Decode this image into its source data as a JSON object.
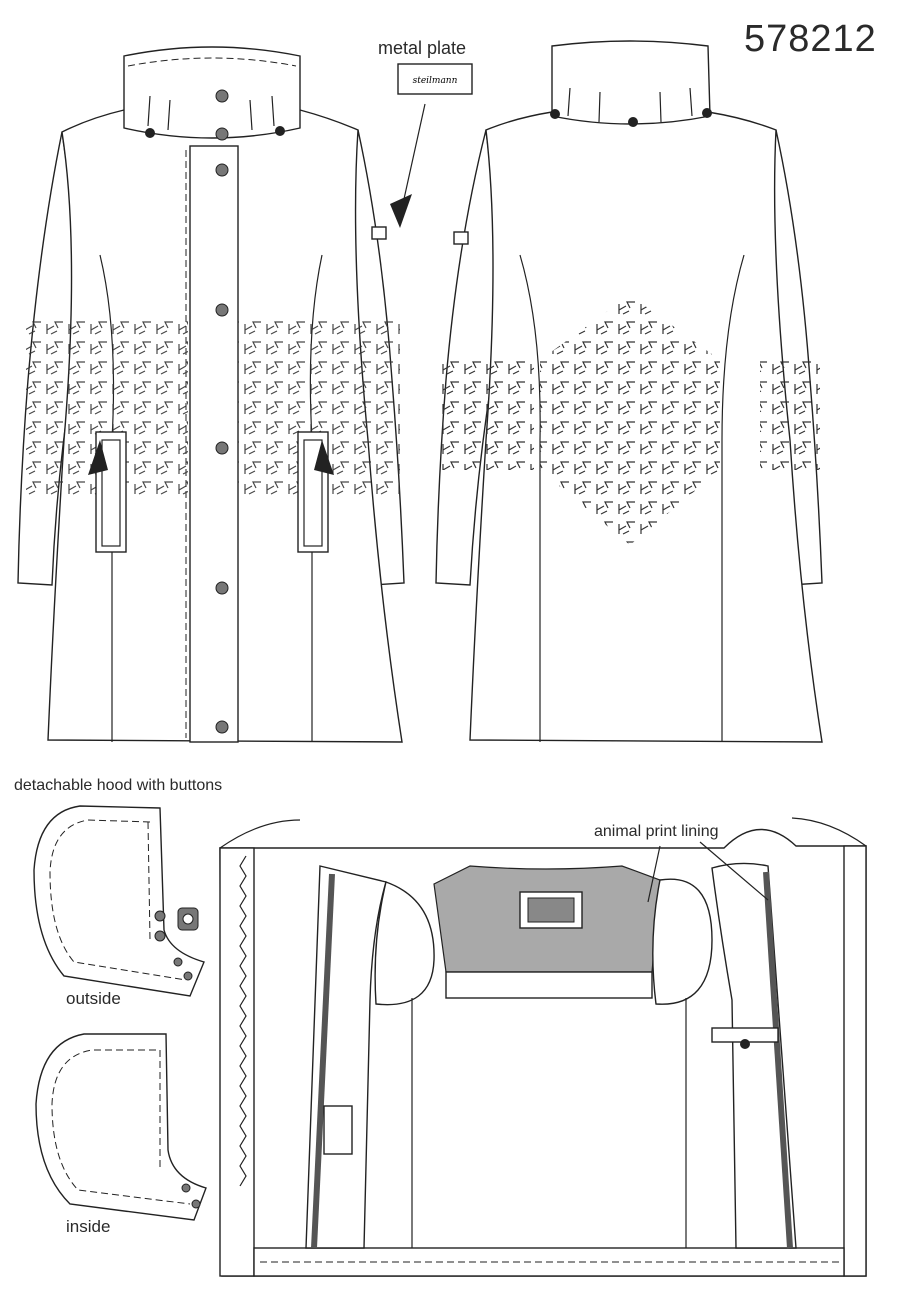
{
  "article_number": "578212",
  "labels": {
    "metal_plate": "metal plate",
    "plate_logo": "steilmann",
    "hood_title": "detachable hood with buttons",
    "hood_outside": "outside",
    "hood_inside": "inside",
    "lining": "animal print lining"
  },
  "colors": {
    "line": "#222222",
    "lining_fill": "#a9a9a9",
    "button_fill": "#777777",
    "background": "#ffffff"
  }
}
